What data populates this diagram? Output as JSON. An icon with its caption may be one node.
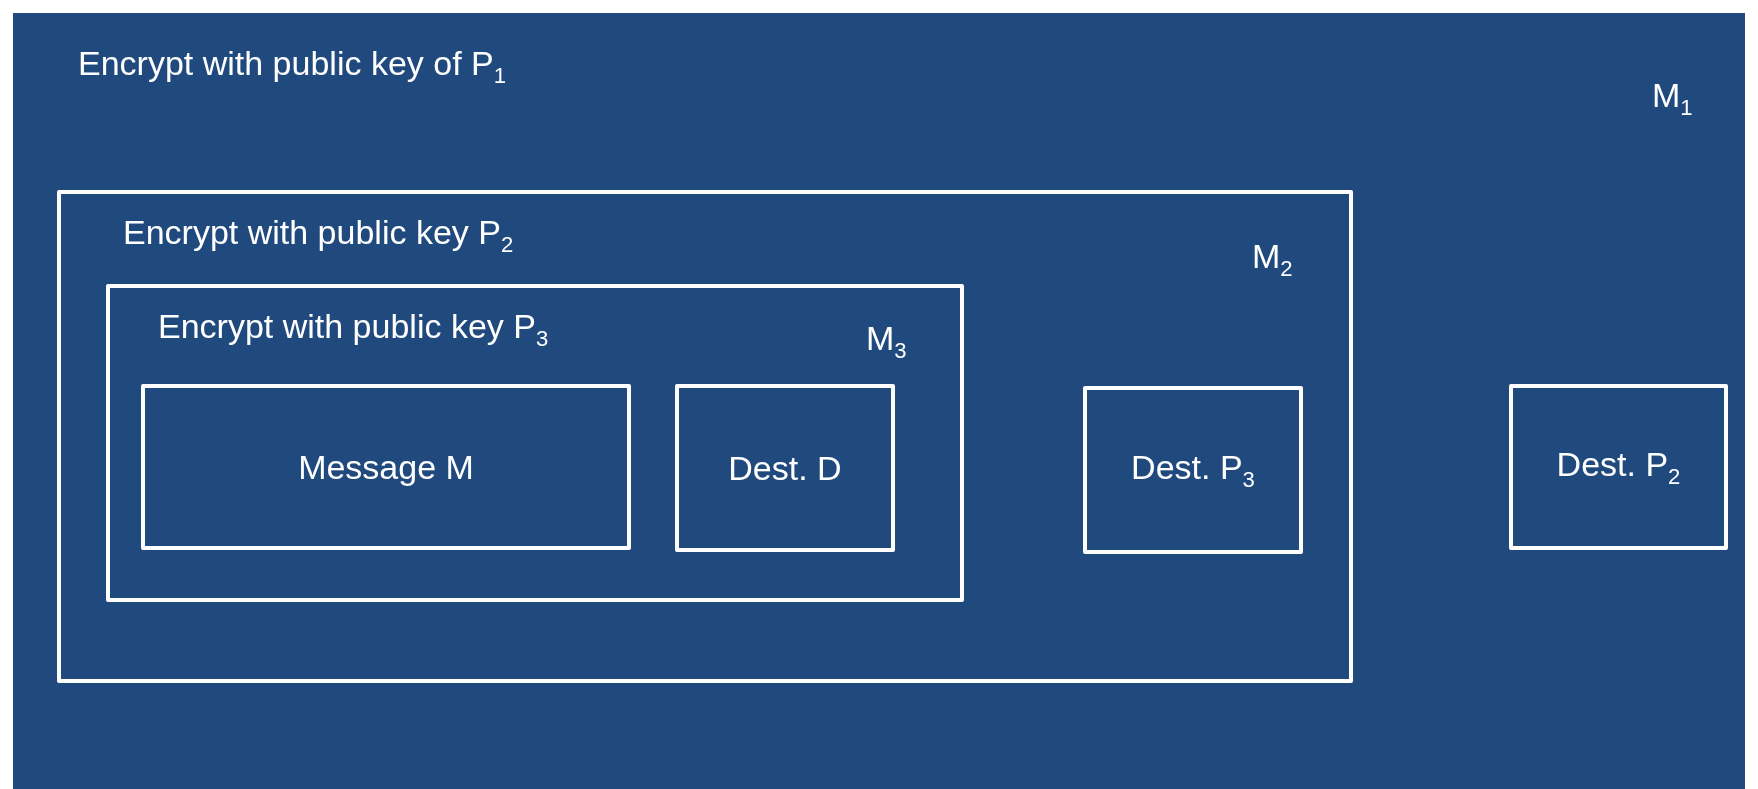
{
  "diagram": {
    "nodes": [
      {
        "text": [
          "Encrypt with public key of P$_{1}$",
          "M$_{1}$"
        ]
      },
      {
        "text": [
          "Encrypt with public key P$_{2}$",
          "M$_{2}$"
        ],
        "in": 0
      },
      {
        "text": [
          "Encrypt with public key P$_{3}$",
          "M$_{3}$"
        ],
        "in": 1
      },
      {
        "text": [
          "Message M"
        ],
        "in": 2
      },
      {
        "text": [
          "Dest. D"
        ],
        "in": 2
      },
      {
        "text": [
          "Dest. P$_{3}$"
        ],
        "in": 1
      },
      {
        "text": [
          "Dest. P$_{2}$"
        ],
        "in": 0
      }
    ],
    "edges": []
  }
}
